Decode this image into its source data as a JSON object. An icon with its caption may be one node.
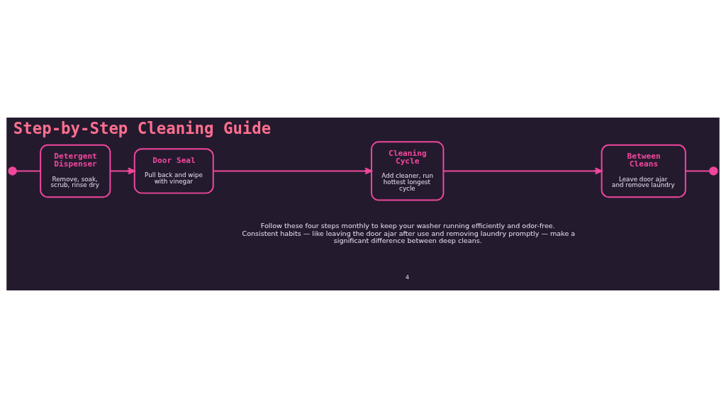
{
  "diagram": {
    "title": "Step-by-Step Cleaning Guide",
    "nodes": [
      {
        "text": [],
        "shape": "circle"
      },
      {
        "text": [
          "Detergent Dispenser",
          "Remove, soak, scrub, rinse dry"
        ]
      },
      {
        "text": [
          "Door Seal",
          "Pull back and wipe with vinegar"
        ]
      },
      {
        "text": [
          "Cleaning Cycle",
          "Add cleaner, run hottest longest cycle"
        ]
      },
      {
        "text": [
          "Between Cleans",
          "Leave door ajar and remove laundry"
        ]
      },
      {
        "text": [],
        "shape": "circle"
      }
    ],
    "edges": [
      {
        "from": 0,
        "to": 1,
        "arrow": "none"
      },
      {
        "from": 1,
        "to": 2,
        "arrow": "to"
      },
      {
        "from": 2,
        "to": 3,
        "arrow": "to"
      },
      {
        "from": 3,
        "to": 4,
        "arrow": "to"
      },
      {
        "from": 4,
        "to": 5,
        "arrow": "none"
      }
    ],
    "labels": [
      "Follow these four steps monthly to keep your washer running efficiently and odor-free. Consistent habits — like leaving the door ajar after use and removing laundry promptly — make a significant difference between deep cleans.",
      "4"
    ]
  }
}
